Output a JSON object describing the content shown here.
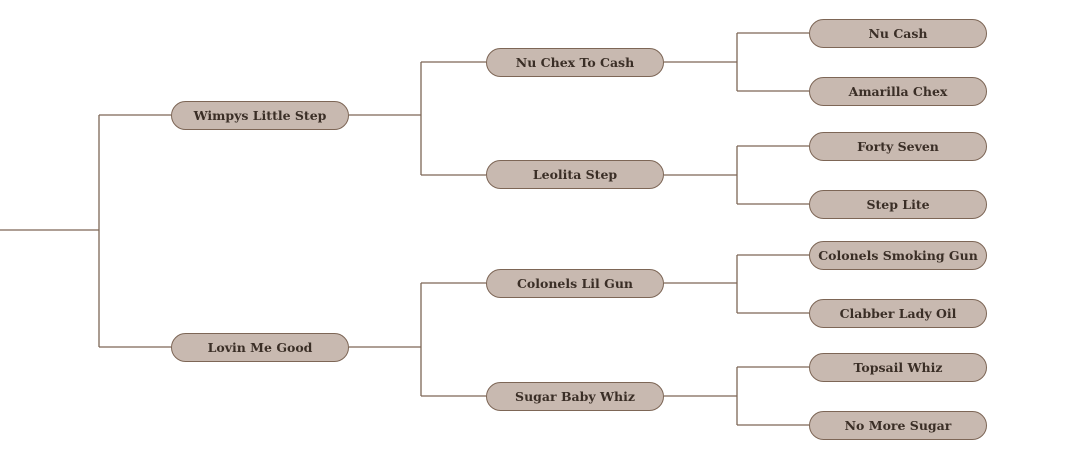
{
  "pedigree": {
    "sire": {
      "name": "Wimpys Little Step",
      "sire": {
        "name": "Nu Chex To Cash",
        "sire": {
          "name": "Nu Cash"
        },
        "dam": {
          "name": "Amarilla Chex"
        }
      },
      "dam": {
        "name": "Leolita Step",
        "sire": {
          "name": "Forty Seven"
        },
        "dam": {
          "name": "Step Lite"
        }
      }
    },
    "dam": {
      "name": "Lovin Me Good",
      "sire": {
        "name": "Colonels Lil Gun",
        "sire": {
          "name": "Colonels Smoking Gun"
        },
        "dam": {
          "name": "Clabber Lady Oil"
        }
      },
      "dam": {
        "name": "Sugar Baby Whiz",
        "sire": {
          "name": "Topsail Whiz"
        },
        "dam": {
          "name": "No More Sugar"
        }
      }
    }
  },
  "colors": {
    "node_fill": "#c8b9b0",
    "node_border": "#7d6656",
    "line": "#7d6656",
    "text": "#3a2e26"
  }
}
